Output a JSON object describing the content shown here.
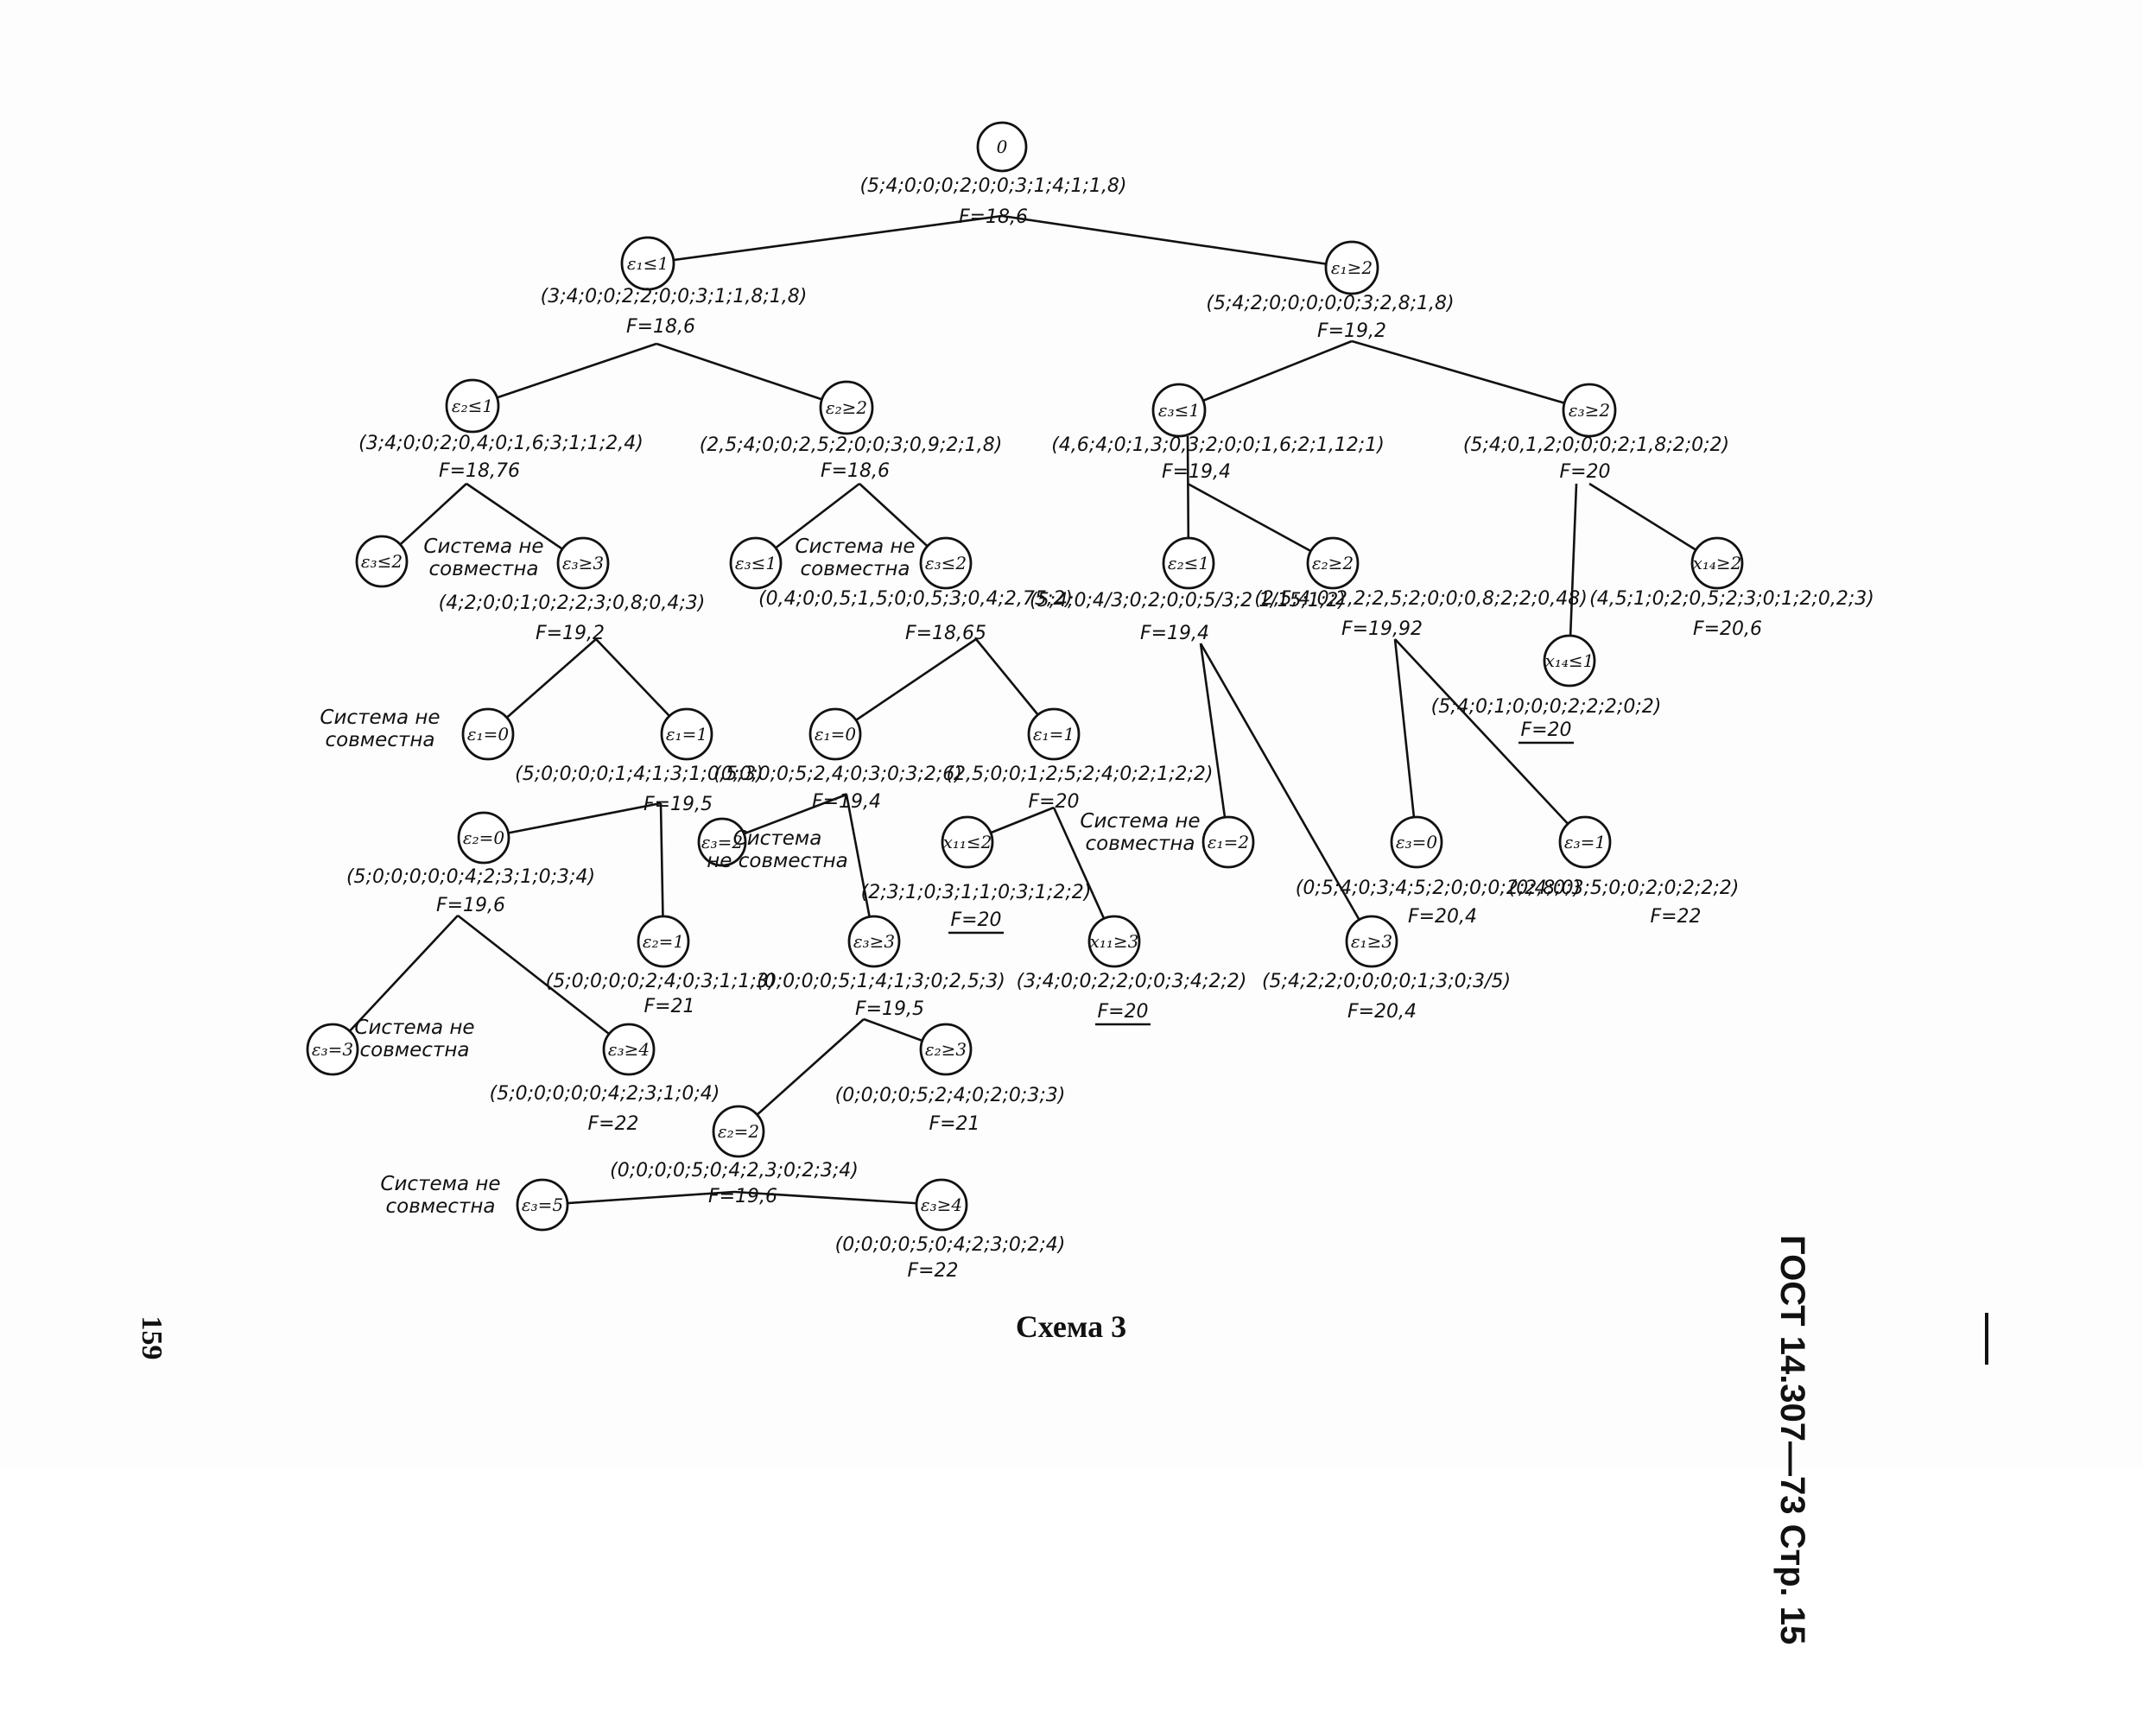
{
  "caption": "Схема 3",
  "page_number": "159",
  "standard_header": "ГОСТ 14.307—73 Стр. 15",
  "nodes": [
    {
      "id": "n0",
      "label": "0",
      "vector": "(5;4;0;0;0;2;0;0;3;1;4;1;1,8)",
      "f": "F=18,6"
    },
    {
      "id": "e1le1",
      "label": "ε₁≤1",
      "vector": "(3;4;0;0;2;2;0;0;3;1;1,8;1,8)",
      "f": "F=18,6"
    },
    {
      "id": "e1ge2",
      "label": "ε₁≥2",
      "vector": "(5;4;2;0;0;0;0;0;3;2,8;1,8)",
      "f": "F=19,2"
    },
    {
      "id": "e2le1",
      "label": "ε₂≤1",
      "vector": "(3;4;0;0;2;0,4;0;1,6;3;1;1;2,4)",
      "f": "F=18,76"
    },
    {
      "id": "e2ge2",
      "label": "ε₂≥2",
      "vector": "(2,5;4;0;0;2,5;2;0;0;3;0,9;2;1,8)",
      "f": "F=18,6"
    },
    {
      "id": "e3le1a",
      "label": "ε₃≤1",
      "vector": "(4,6;4;0;1,3;0,3;2;0;0;1,6;2;1,12;1)",
      "f": "F=19,4"
    },
    {
      "id": "e3ge2a",
      "label": "ε₃≥2",
      "vector": "(5;4;0,1,2;0;0;0;2;1,8;2;0;2)",
      "f": "F=20"
    },
    {
      "id": "e3le2",
      "label": "ε₃≤2",
      "vector": "",
      "f": ""
    },
    {
      "id": "e3ge3",
      "label": "ε₃≥3",
      "vector": "(4;2;0;0;1;0;2;2;3;0,8;0,4;3)",
      "f": "F=19,2"
    },
    {
      "id": "e3le1b",
      "label": "ε₃≤1",
      "vector": "",
      "f": ""
    },
    {
      "id": "e3le2b",
      "label": "ε₃≤2",
      "vector": "(0,4;0;0,5;1,5;0;0,5;3;0,4;2,75;2)",
      "f": "F=18,65"
    },
    {
      "id": "e2le1b",
      "label": "ε₂≤1",
      "vector": "(5;4;0;4/3;0;2;0;0;5/3;2 1/15;1;2)",
      "f": "F=19,4"
    },
    {
      "id": "e2ge2b",
      "label": "ε₂≥2",
      "vector": "(2,5;4;0;2,2;2,5;2;0;0;0,8;2;2;0,48)",
      "f": "F=19,92"
    },
    {
      "id": "x14ge2",
      "label": "x₁₄≥2",
      "vector": "(4,5;1;0;2;0,5;2;3;0;1;2;0,2;3)",
      "f": "F=20,6"
    },
    {
      "id": "x14le1",
      "label": "x₁₄≤1",
      "vector": "(5;4;0;1;0;0;0;2;2;2;0;2)",
      "f": "F=20"
    },
    {
      "id": "e1eq0a",
      "label": "ε₁=0",
      "vector": "",
      "f": ""
    },
    {
      "id": "e1eq1a",
      "label": "ε₁=1",
      "vector": "(5;0;0;0;0;1;4;1;3;1;0,5;3)",
      "f": "F=19,5"
    },
    {
      "id": "e1eq0b",
      "label": "ε₁=0",
      "vector": "(0;0;0;0;5;2,4;0;3;0;3;2;6)",
      "f": "F=19,4"
    },
    {
      "id": "e1eq1b",
      "label": "ε₁=1",
      "vector": "(2,5;0;0;1;2;5;2;4;0;2;1;2;2)",
      "f": "F=20"
    },
    {
      "id": "e2eq0",
      "label": "ε₂=0",
      "vector": "(5;0;0;0;0;0;4;2;3;1;0;3;4)",
      "f": "F=19,6"
    },
    {
      "id": "e2eq1",
      "label": "ε₂=1",
      "vector": "(5;0;0;0;0;2;4;0;3;1;1;3)",
      "f": "F=21"
    },
    {
      "id": "e3eq2",
      "label": "ε₃=2",
      "vector": "",
      "f": ""
    },
    {
      "id": "e3ge3b",
      "label": "ε₃≥3",
      "vector": "(0;0;0;0;5;1;4;1;3;0;2,5;3)",
      "f": "F=19,5"
    },
    {
      "id": "x11le2",
      "label": "x₁₁≤2",
      "vector": "(2;3;1;0;3;1;1;0;3;1;2;2)",
      "f": "F=20"
    },
    {
      "id": "x11ge3",
      "label": "x₁₁≥3",
      "vector": "(3;4;0;0;2;2;0;0;3;4;2;2)",
      "f": "F=20"
    },
    {
      "id": "e1eq2",
      "label": "ε₁=2",
      "vector": "",
      "f": ""
    },
    {
      "id": "e1ge3",
      "label": "ε₁≥3",
      "vector": "(5;4;2;2;0;0;0;0;1;3;0;3/5)",
      "f": "F=20,4"
    },
    {
      "id": "e3eq0",
      "label": "ε₃=0",
      "vector": "(0;5;4;0;3;4;5;2;0;0;0;2;2,8;0)",
      "f": "F=20,4"
    },
    {
      "id": "e3eq1",
      "label": "ε₃=1",
      "vector": "(0;4;0;3;5;0;0;2;0;2;2;2)",
      "f": "F=22"
    },
    {
      "id": "e3eq3",
      "label": "ε₃=3",
      "vector": "",
      "f": ""
    },
    {
      "id": "e3ge4",
      "label": "ε₃≥4",
      "vector": "(5;0;0;0;0;0;4;2;3;1;0;4)",
      "f": "F=22"
    },
    {
      "id": "e2eq2",
      "label": "ε₂=2",
      "vector": "(0;0;0;0;5;0;4;2,3;0;2;3;4)",
      "f": "F=19,6"
    },
    {
      "id": "e2ge3",
      "label": "ε₂≥3",
      "vector": "(0;0;0;0;5;2;4;0;2;0;3;3)",
      "f": "F=21"
    },
    {
      "id": "e3eq5",
      "label": "ε₃=5",
      "vector": "",
      "f": ""
    },
    {
      "id": "e3ge4b",
      "label": "ε₃≥4",
      "vector": "(0;0;0;0;5;0;4;2;3;0;2;4)",
      "f": "F=22"
    }
  ],
  "notes": {
    "line1": "Система не",
    "line2": "совместна",
    "line2b": "не совместна",
    "line1b": "Система"
  }
}
